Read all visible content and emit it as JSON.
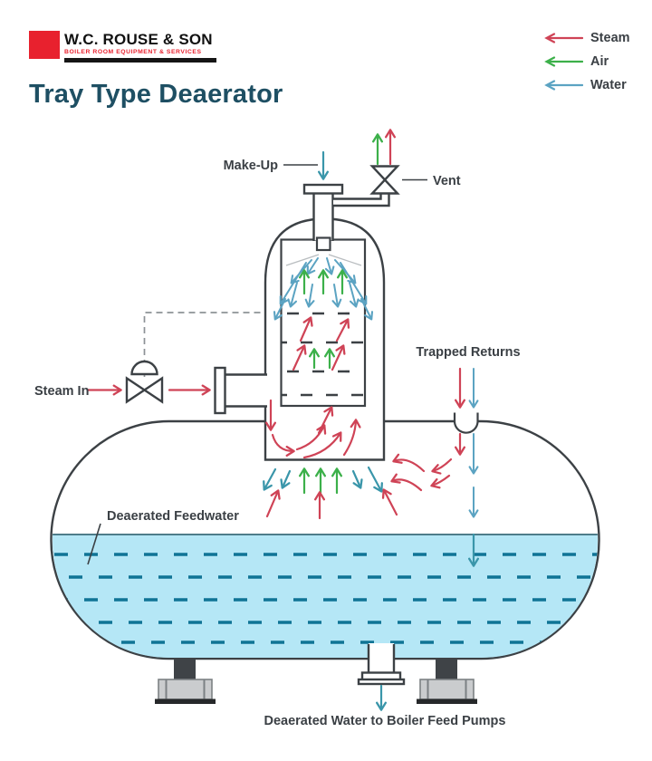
{
  "logo": {
    "name": "W.C. ROUSE & SON",
    "tagline": "BOILER ROOM EQUIPMENT & SERVICES"
  },
  "title": "Tray Type Deaerator",
  "legend": {
    "items": [
      {
        "label": "Steam",
        "color": "#cf4356"
      },
      {
        "label": "Air",
        "color": "#3cb04a"
      },
      {
        "label": "Water",
        "color": "#5ba3c2"
      }
    ]
  },
  "labels": {
    "make_up": "Make-Up",
    "vent": "Vent",
    "steam_in": "Steam In",
    "trapped_returns": "Trapped Returns",
    "deaerated_feedwater": "Deaerated Feedwater",
    "outlet": "Deaerated Water to Boiler Feed Pumps"
  },
  "colors": {
    "steam": "#cf4356",
    "air": "#3cb04a",
    "water": "#5ba3c2",
    "teal": "#3a96aa",
    "outline": "#3c4145",
    "water_fill": "#b5e7f6",
    "water_dash": "#0f7495",
    "title": "#1e4f63",
    "logo_red": "#e8212e"
  }
}
